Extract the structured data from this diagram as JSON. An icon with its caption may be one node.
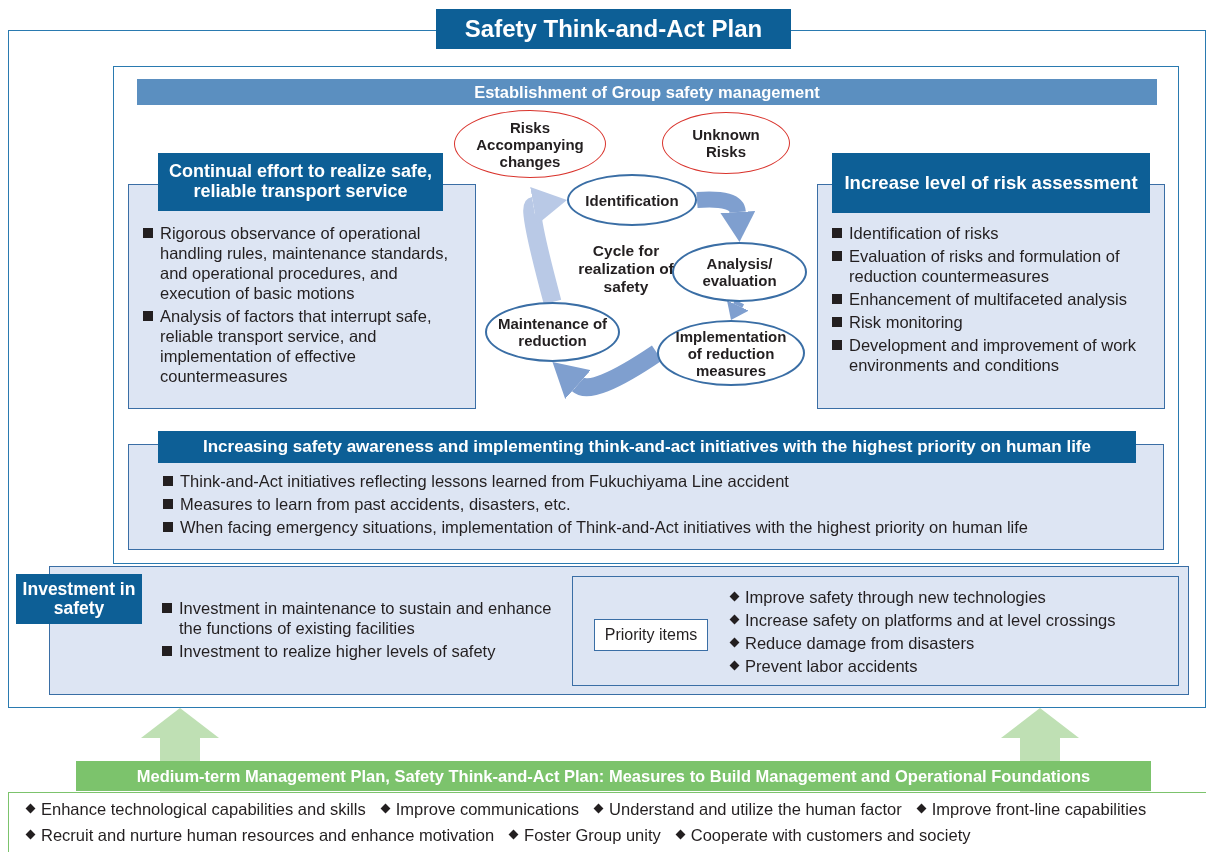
{
  "diagram": {
    "nodes": [
      {
        "text": [
          "Safety Think-and-Act Plan"
        ]
      },
      {
        "text": [
          "Establishment of Group safety management"
        ],
        "in": 0
      },
      {
        "text": [
          "Continual effort to realize safe, reliable transport service",
          "Rigorous observance of operational handling rules, maintenance standards, and operational procedures, and execution of basic motions",
          "Analysis of factors that interrupt safe, reliable transport service, and implementation of effective countermeasures"
        ],
        "in": 1
      },
      {
        "text": [
          "Increase level of risk assessment",
          "Identification of risks",
          "Evaluation of risks and formulation of reduction countermeasures",
          "Enhancement of multifaceted analysis",
          "Risk monitoring",
          "Development and improvement of work environments and conditions"
        ],
        "in": 1
      },
      {
        "text": [
          "Risks Accompanying changes"
        ],
        "in": 1
      },
      {
        "text": [
          "Unknown Risks"
        ],
        "in": 1
      },
      {
        "text": [
          "Identification"
        ],
        "in": 1
      },
      {
        "text": [
          "Analysis/ evaluation"
        ],
        "in": 1
      },
      {
        "text": [
          "Implementation of reduction measures"
        ],
        "in": 1
      },
      {
        "text": [
          "Maintenance of reduction"
        ],
        "in": 1
      },
      {
        "text": [
          "Increasing safety awareness and implementing think-and-act initiatives with the highest priority on human life",
          "Think-and-Act initiatives reflecting lessons learned from Fukuchiyama Line accident",
          "Measures to learn from past accidents, disasters, etc.",
          "When facing emergency situations, implementation of Think-and-Act initiatives with the highest priority on human life"
        ],
        "in": 1
      },
      {
        "text": [
          "Investment in safety",
          "Investment in maintenance to sustain and enhance the functions of existing facilities",
          "Investment to realize higher levels of safety"
        ],
        "in": 0
      },
      {
        "text": [
          "Improve safety through new technologies",
          "Increase safety on platforms and at level crossings",
          "Reduce damage from disasters",
          "Prevent labor accidents"
        ],
        "in": 11
      },
      {
        "text": [
          "Priority items"
        ],
        "in": 12
      },
      {
        "text": [
          "Medium-term Management Plan, Safety Think-and-Act Plan: Measures to Build Management and Operational Foundations",
          "Enhance technological capabilities and skills",
          "Improve communications",
          "Understand and utilize the human factor",
          "Improve front-line capabilities",
          "Recruit and nurture human resources and enhance motivation",
          "Foster Group unity",
          "Cooperate with customers and society"
        ]
      }
    ],
    "edges": [
      {
        "from": 6,
        "to": 7,
        "arrow": "to",
        "color": "#7f9fcf"
      },
      {
        "from": 7,
        "to": 8,
        "arrow": "to",
        "color": "#7f9fcf"
      },
      {
        "from": 8,
        "to": 9,
        "arrow": "to",
        "color": "#7f9fcf"
      },
      {
        "from": 9,
        "to": 6,
        "arrow": "to",
        "color": "#b9c9e6"
      },
      {
        "from": 14,
        "to": 0,
        "arrow": "to",
        "style": "thick",
        "color": "#bfe0b4"
      },
      {
        "from": 14,
        "to": 0,
        "arrow": "to",
        "style": "thick",
        "color": "#bfe0b4"
      }
    ],
    "labels": [
      "Cycle for realization of safety"
    ]
  }
}
